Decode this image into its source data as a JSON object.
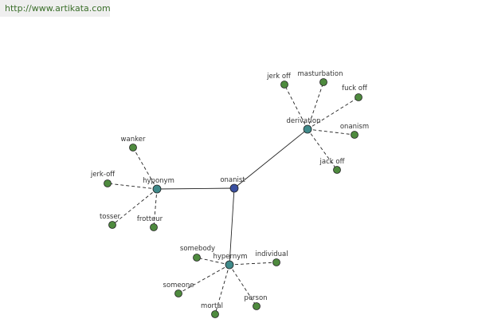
{
  "watermark": "http://www.artikata.com",
  "colors": {
    "center": "#3a4fa0",
    "relation": "#3f8a8a",
    "leaf": "#4e8a3e",
    "edge": "#222222"
  },
  "nodes": {
    "center": {
      "label": "onanist"
    },
    "hyponym": {
      "label": "hyponym"
    },
    "derivation": {
      "label": "derivation"
    },
    "hypernym": {
      "label": "hypernym"
    },
    "wanker": {
      "label": "wanker"
    },
    "jerk_off_h": {
      "label": "jerk-off"
    },
    "tosser": {
      "label": "tosser"
    },
    "frotteur": {
      "label": "frotteur"
    },
    "jerk_off_d": {
      "label": "jerk off"
    },
    "masturbation": {
      "label": "masturbation"
    },
    "fuck_off": {
      "label": "fuck off"
    },
    "onanism": {
      "label": "onanism"
    },
    "jack_off": {
      "label": "jack off"
    },
    "somebody": {
      "label": "somebody"
    },
    "individual": {
      "label": "individual"
    },
    "someone": {
      "label": "someone"
    },
    "mortal": {
      "label": "mortal"
    },
    "person": {
      "label": "person"
    }
  }
}
